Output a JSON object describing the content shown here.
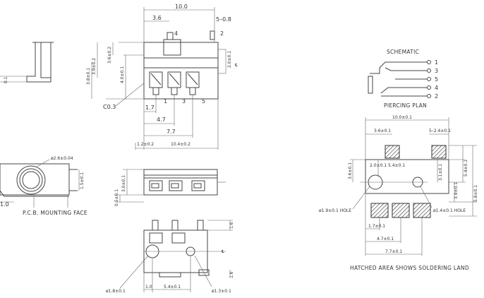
{
  "top": {
    "overall_width": "10.0",
    "dim_36": "3.6",
    "dim_5_08": "5–0.8",
    "pin_4": "4",
    "pin_2": "2",
    "dim_36_tol": "3.6±0.2",
    "dim_39_tol": "3.9±0.2",
    "dim_40_tol": "4.0±0.1",
    "dim_38_tol": "3.8±0.1",
    "pin_1": "1",
    "pin_3": "3",
    "pin_5": "5",
    "chamfer": "C0.3",
    "dim_17": "1.7",
    "dim_47": "4.7",
    "dim_77": "7.7",
    "dim_12_tol": "1.2±0.2",
    "dim_104_tol": "10.4±0.2",
    "dim_20_tol": "2.0±0.1",
    "cl": "℄"
  },
  "left": {
    "dim_small": "0.1"
  },
  "side": {
    "dia_26": "ø2.6±0.04",
    "dim_15_tol": "1.5±0.1",
    "dim_10": "1.0",
    "pcb_label": "P.C.B. MOUNTING FACE"
  },
  "mid": {
    "dim_30_tol": "3.0±0.1",
    "dim_05_tol": "0.5±0.1"
  },
  "bottom": {
    "dia_18": "ø1.8±0.1",
    "dim_10": "1.0",
    "dim_54": "5.4±0.1",
    "dia_13": "ø1.3±0.1",
    "dim_16": "1.6",
    "dim_16b": "1.6"
  },
  "schematic": {
    "title": "SCHEMATIC",
    "pins": [
      "1",
      "3",
      "5",
      "4",
      "2"
    ]
  },
  "plan": {
    "title": "PIERCING PLAN",
    "dim_100": "10.0±0.1",
    "dim_36": "3.6±0.1",
    "dim_52": "5–2.4±0.1",
    "dim_20": "2.0±0.1",
    "dim_54": "5.4±0.1",
    "dim_36v": "3.6±0.1",
    "dim_31": "3.1±0.1",
    "dim_39": "3.9±0.1",
    "dim_54v": "5.4±0.1",
    "dim_58": "5.8±0.1",
    "hole_left": "ø1.9±0.1 HOLE",
    "hole_right": "ø1.4±0.1 HOLE",
    "dim_17": "1.7±0.1",
    "dim_47": "4.7±0.1",
    "dim_77": "7.7±0.1",
    "note": "HATCHED AREA SHOWS SOLDERING LAND"
  }
}
